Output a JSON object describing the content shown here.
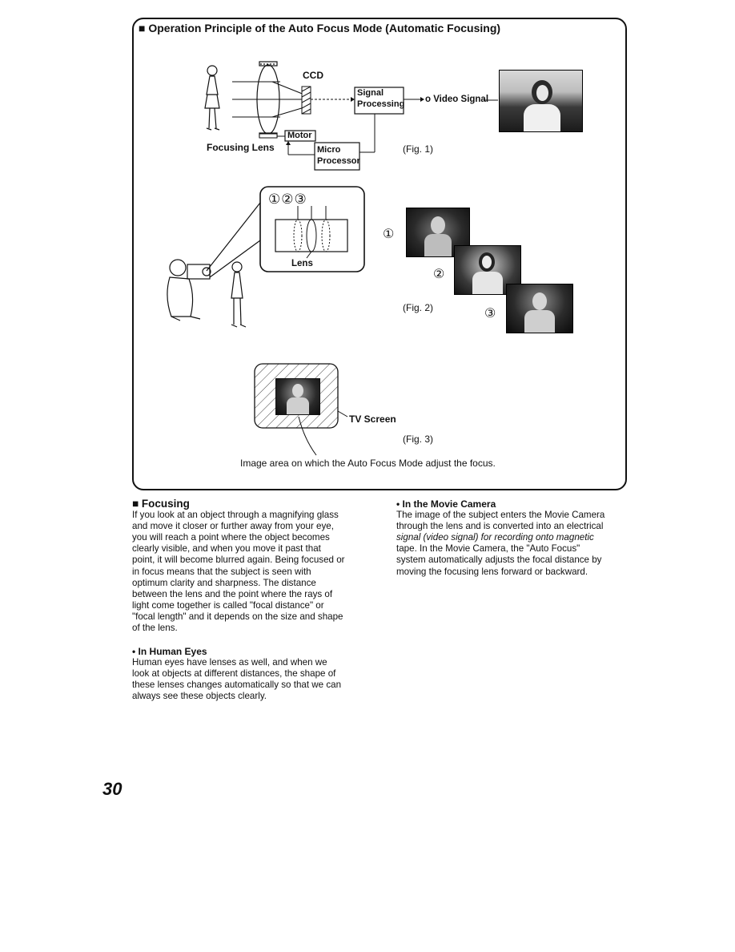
{
  "header": {
    "title": "■ Operation Principle of the Auto Focus Mode (Automatic Focusing)"
  },
  "fig1": {
    "ccd": "CCD",
    "signal": "Signal",
    "processing": "Processing",
    "video_signal": "o Video Signal",
    "motor": "Motor",
    "micro": "Micro",
    "processor": "Processor",
    "focusing_lens": "Focusing Lens",
    "caption": "(Fig. 1)"
  },
  "fig2": {
    "marks": [
      "①",
      "②",
      "③"
    ],
    "lens": "Lens",
    "caption": "(Fig. 2)"
  },
  "fig3": {
    "tv_screen": "TV Screen",
    "caption": "(Fig. 3)",
    "note": "Image area on which the Auto Focus Mode adjust the focus."
  },
  "focusing": {
    "heading": "■ Focusing",
    "lines": [
      "If you look at an object through a magnifying glass",
      "and move it closer or further away from your eye,",
      "you will reach a point where the object becomes",
      "clearly visible, and when you move it past that",
      "point, it will become blurred again. Being focused or",
      "in focus means that the subject is seen with",
      "optimum clarity and sharpness. The distance",
      "between the lens and the point where the rays of",
      "light come together is called \"focal distance\" or",
      "\"focal length\" and it depends on the size and shape",
      "of the lens."
    ]
  },
  "human_eyes": {
    "heading": "• In Human Eyes",
    "lines": [
      "Human eyes have lenses as well, and when we",
      "look at objects at different distances, the shape of",
      "these lenses changes automatically so that we can",
      "always see these objects clearly."
    ]
  },
  "movie_camera": {
    "heading": "• In the Movie Camera",
    "lines": [
      "The image of the subject enters the Movie Camera",
      "through the lens and is converted into an electrical",
      "signal (video signal) for recording onto magnetic",
      "tape. In the Movie Camera, the \"Auto Focus\"",
      "system automatically adjusts the focal distance by",
      "moving the focusing lens forward or backward."
    ]
  },
  "page_number": "30"
}
